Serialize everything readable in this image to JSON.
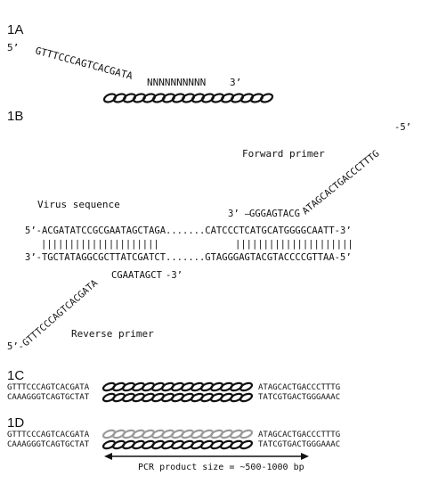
{
  "panel_1a": {
    "label": "1A",
    "five_prime": "5’",
    "primer_seq": "GTTTCCCAGTCACGATA",
    "n_seq": "NNNNNNNNNN",
    "three_prime": "3’"
  },
  "panel_1b": {
    "label": "1B",
    "forward_primer_label": "Forward primer",
    "forward_primer_seq": "ATAGCACTGACCCTTTG",
    "forward_primer_end": "-5’",
    "forward_anneal_prefix": "3’ –",
    "forward_anneal_seq": "GGGAGTACG",
    "virus_label": "Virus sequence",
    "top_strand": "5’-ACGATATCCGCGAATAGCTAGA.......CATCCCTCATGCATGGGGCAATT-3’",
    "pairing": "|||||||||||||||||||||",
    "bottom_strand": "3’-TGCTATAGGCGCTTATCGATCT.......GTAGGGAGTACGTACCCCGTTAA-5’",
    "reverse_anneal_seq": "CGAATAGCT",
    "reverse_anneal_suffix": "-3’",
    "reverse_primer_start": "5’-",
    "reverse_primer_seq": "GTTTCCCAGTCACGATA",
    "reverse_primer_label": "Reverse primer"
  },
  "panel_1c": {
    "label": "1C",
    "left_top": "GTTTCCCAGTCACGATA",
    "left_bottom": "CAAAGGGTCAGTGCTAT",
    "right_top": "ATAGCACTGACCCTTTG",
    "right_bottom": "TATCGTGACTGGGAAAC"
  },
  "panel_1d": {
    "label": "1D",
    "left_top": "GTTTCCCAGTCACGATA",
    "left_bottom": "CAAAGGGTCAGTGCTAT",
    "right_top": "ATAGCACTGACCCTTTG",
    "right_bottom": "TATCGTGACTGGGAAAC",
    "product_size": "PCR product size = ~500-1000 bp"
  },
  "colors": {
    "ink": "#111111",
    "light_strand": "#9a9a9a"
  }
}
